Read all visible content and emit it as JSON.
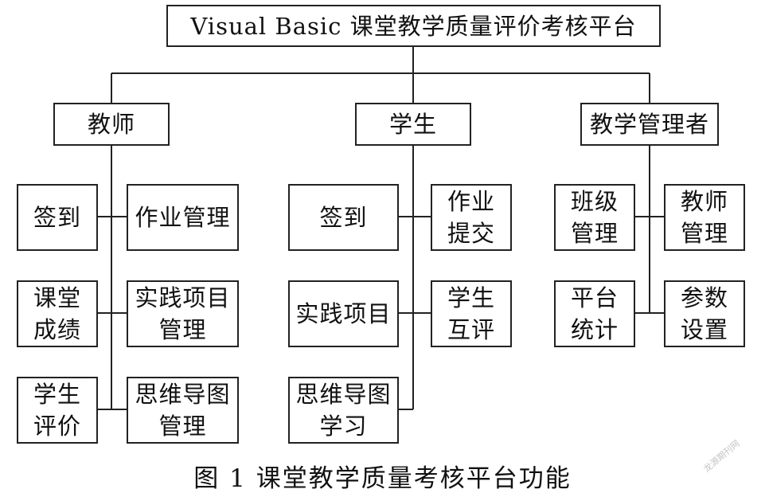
{
  "root": "Visual  Basic 课堂教学质量评价考核平台",
  "teacher": {
    "title": "教师",
    "left": [
      "签到",
      "课堂\n成绩",
      "学生\n评价"
    ],
    "right": [
      "作业管理",
      "实践项目\n管理",
      "思维导图\n管理"
    ]
  },
  "student": {
    "title": "学生",
    "left": [
      "签到",
      "实践项目",
      "思维导图\n学习"
    ],
    "right": [
      "作业\n提交",
      "学生\n互评"
    ]
  },
  "admin": {
    "title": "教学管理者",
    "left": [
      "班级\n管理",
      "平台\n统计"
    ],
    "right": [
      "教师\n管理",
      "参数\n设置"
    ]
  },
  "caption": "图 1   课堂教学质量考核平台功能",
  "watermark": "龙源期刊网"
}
